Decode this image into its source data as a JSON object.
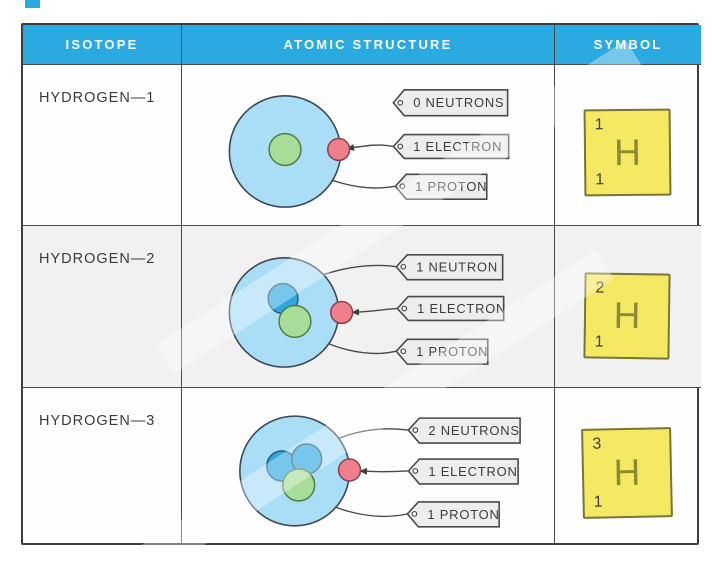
{
  "header": {
    "columns": [
      {
        "label": "ISOTOPE"
      },
      {
        "label": "ATOMIC STRUCTURE"
      },
      {
        "label": "SYMBOL"
      }
    ]
  },
  "rows": [
    {
      "isotope": "HYDROGEN—1",
      "particles": {
        "protons": 1,
        "neutrons": 0,
        "electrons": 1
      },
      "tags": [
        {
          "text": "0 NEUTRONS"
        },
        {
          "text": "1 ELECTRON"
        },
        {
          "text": "1 PROTON"
        }
      ],
      "symbol": {
        "mass_number": "1",
        "element": "H",
        "atomic_number": "1"
      }
    },
    {
      "isotope": "HYDROGEN—2",
      "particles": {
        "protons": 1,
        "neutrons": 1,
        "electrons": 1
      },
      "tags": [
        {
          "text": "1 NEUTRON"
        },
        {
          "text": "1 ELECTRON"
        },
        {
          "text": "1 PROTON"
        }
      ],
      "symbol": {
        "mass_number": "2",
        "element": "H",
        "atomic_number": "1"
      }
    },
    {
      "isotope": "HYDROGEN—3",
      "particles": {
        "protons": 1,
        "neutrons": 2,
        "electrons": 1
      },
      "tags": [
        {
          "text": "2 NEUTRONS"
        },
        {
          "text": "1 ELECTRON"
        },
        {
          "text": "1 PROTON"
        }
      ],
      "symbol": {
        "mass_number": "3",
        "element": "H",
        "atomic_number": "1"
      }
    }
  ],
  "colors": {
    "header_background": "#2baae2",
    "header_text": "#ffffff",
    "electron_shell_fill": "#a9def6",
    "proton_fill": "#a8dc99",
    "neutron_fill": "#2fa8e1",
    "electron_fill": "#ef7f8b",
    "tag_fill": "#ededed",
    "symbol_tile_fill": "#f5e963",
    "symbol_letter": "#8b8b33",
    "alt_row_background": "#f2f1f1",
    "outline": "#3e4852"
  }
}
